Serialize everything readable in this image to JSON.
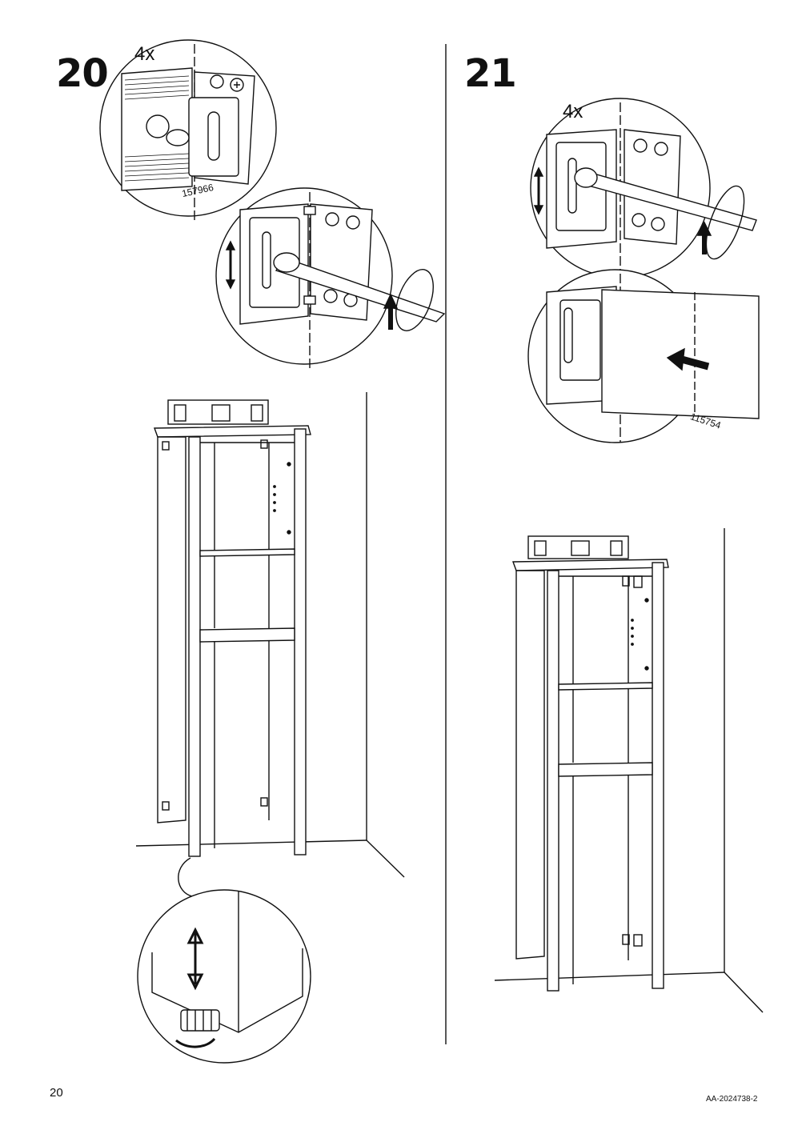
{
  "steps": [
    {
      "number": "20",
      "detail_quantity": "4x",
      "part_number": "157966"
    },
    {
      "number": "21",
      "detail_quantity": "4x",
      "part_number": "115754"
    }
  ],
  "footer": {
    "page_number": "20",
    "document_id": "AA-2024738-2"
  }
}
